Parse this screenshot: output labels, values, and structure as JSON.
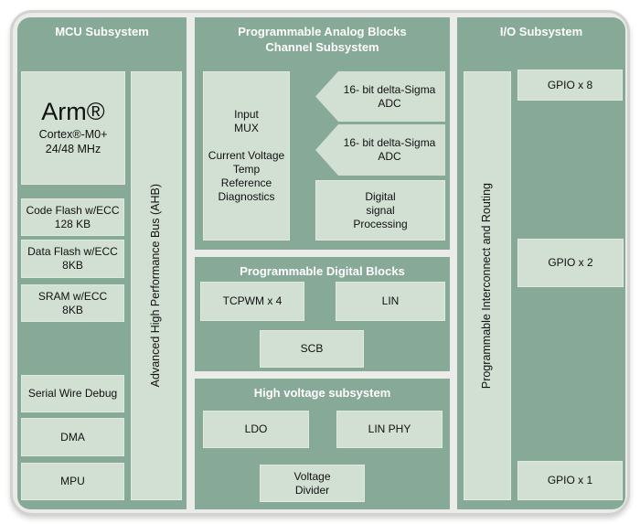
{
  "colors": {
    "panel_green": "#87a997",
    "block_green": "#d2dfd3",
    "block_border": "#e0eade",
    "frame_fill": "#ebebe9",
    "frame_border": "#d2d2d0",
    "header_text": "#ffffff",
    "block_text": "#111111"
  },
  "panels": {
    "mcu": {
      "title": "MCU Subsystem",
      "cpu_name": "Arm®",
      "cpu_core": "Cortex®-M0+",
      "cpu_freq": "24/48 MHz",
      "bus": "Advanced High Performance Bus (AHB)",
      "code_flash": "Code Flash w/ECC\n128 KB",
      "data_flash": "Data Flash w/ECC\n8KB",
      "sram": "SRAM w/ECC\n8KB",
      "swd": "Serial Wire Debug",
      "dma": "DMA",
      "mpu": "MPU"
    },
    "analog": {
      "title": "Programmable Analog Blocks\nChannel Subsystem",
      "input_mux": "Input\nMUX\n\nCurrent Voltage\nTemp\nReference\nDiagnostics",
      "adc1": "16- bit delta-Sigma\nADC",
      "adc2": "16- bit delta-Sigma\nADC",
      "dsp": "Digital\nsignal\nProcessing"
    },
    "digital": {
      "title": "Programmable Digital Blocks",
      "tcpwm": "TCPWM x 4",
      "lin": "LIN",
      "scb": "SCB"
    },
    "hv": {
      "title": "High voltage subsystem",
      "ldo": "LDO",
      "lin_phy": "LIN PHY",
      "vdiv": "Voltage\nDivider"
    },
    "io": {
      "title": "I/O Subsystem",
      "routing": "Programmable Interconnect and Routing",
      "gpio8": "GPIO x 8",
      "gpio2": "GPIO x 2",
      "gpio1": "GPIO x 1"
    }
  }
}
